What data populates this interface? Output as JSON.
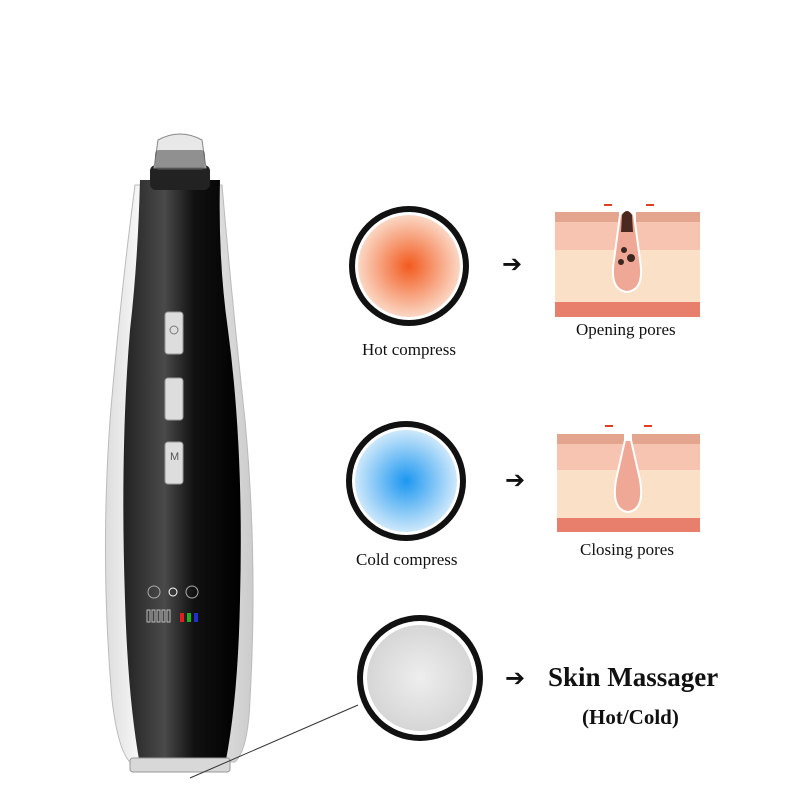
{
  "hot": {
    "label": "Hot compress",
    "color": "#f26a2a"
  },
  "cold": {
    "label": "Cold compress",
    "color": "#3aa3ef"
  },
  "opening": {
    "label": "Opening pores"
  },
  "closing": {
    "label": "Closing pores"
  },
  "massager": {
    "title": "Skin Massager",
    "subtitle": "(Hot/Cold)"
  },
  "device": {
    "mode_button_label": "M"
  },
  "arrow_glyph": "➔"
}
